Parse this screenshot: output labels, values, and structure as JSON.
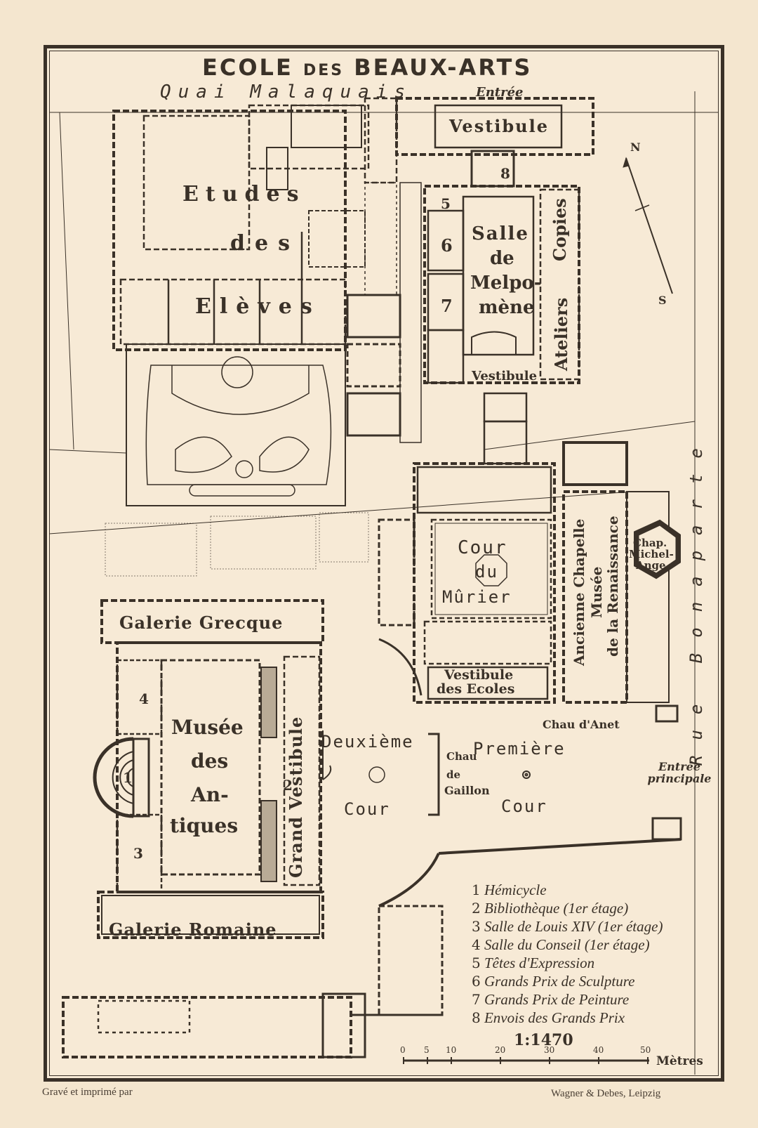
{
  "title": {
    "part1": "ECOLE",
    "part2": "DES",
    "part3": "BEAUX-ARTS"
  },
  "streets": {
    "quai": "Quai Malaquais",
    "rue": "Rue Bonaparte"
  },
  "entrances": {
    "top": "Entrée",
    "main": "Entrée principale"
  },
  "rooms": {
    "etudes": "Etudes",
    "des": "des",
    "eleves": "Elèves",
    "vestibule_top": "Vestibule",
    "salle": "Salle",
    "de": "de",
    "melpo": "Melpo-",
    "mene": "mène",
    "vestibule_lower": "Vestibule",
    "copies": "Copies",
    "ateliers": "Ateliers",
    "cour_du": "Cour",
    "du": "du",
    "murier": "Mûrier",
    "vestibule_ecoles_1": "Vestibule",
    "vestibule_ecoles_2": "des Ecoles",
    "ancienne_chapelle": "Ancienne Chapelle",
    "musee_renaissance_1": "Musée",
    "musee_renaissance_2": "de la Renaissance",
    "chap_1": "Chap.",
    "chap_2": "Michel-",
    "chap_3": "Ange",
    "chau_anet": "Chau d'Anet",
    "galerie_grecque": "Galerie Grecque",
    "musee_1": "Musée",
    "musee_2": "des",
    "musee_3": "An-",
    "musee_4": "tiques",
    "grand_vestibule": "Grand Vestibule",
    "galerie_romaine": "Galerie Romaine",
    "deuxieme": "Deuxième",
    "cour_2": "Cour",
    "premiere": "Première",
    "cour_1": "Cour",
    "gaillon_1": "Chau",
    "gaillon_2": "de",
    "gaillon_3": "Gaillon"
  },
  "numbers": {
    "n1": "1",
    "n2": "2",
    "n3": "3",
    "n4": "4",
    "n5": "5",
    "n6": "6",
    "n7": "7",
    "n8": "8"
  },
  "compass": {
    "north": "N",
    "south": "S"
  },
  "legend": [
    {
      "num": "1",
      "text": "Hémicycle"
    },
    {
      "num": "2",
      "text": "Bibliothèque (1er étage)"
    },
    {
      "num": "3",
      "text": "Salle de Louis XIV (1er étage)"
    },
    {
      "num": "4",
      "text": "Salle du Conseil (1er étage)"
    },
    {
      "num": "5",
      "text": "Têtes d'Expression"
    },
    {
      "num": "6",
      "text": "Grands Prix de Sculpture"
    },
    {
      "num": "7",
      "text": "Grands Prix de Peinture"
    },
    {
      "num": "8",
      "text": "Envois des Grands Prix"
    }
  ],
  "scale": {
    "ratio": "1:1470",
    "ticks": [
      "0",
      "5",
      "10",
      "20",
      "30",
      "40",
      "50"
    ],
    "unit": "Mètres"
  },
  "footer": {
    "left": "Gravé et imprimé par",
    "right": "Wagner & Debes, Leipzig"
  },
  "colors": {
    "ink": "#3a3128",
    "paper": "#f7ead6"
  }
}
